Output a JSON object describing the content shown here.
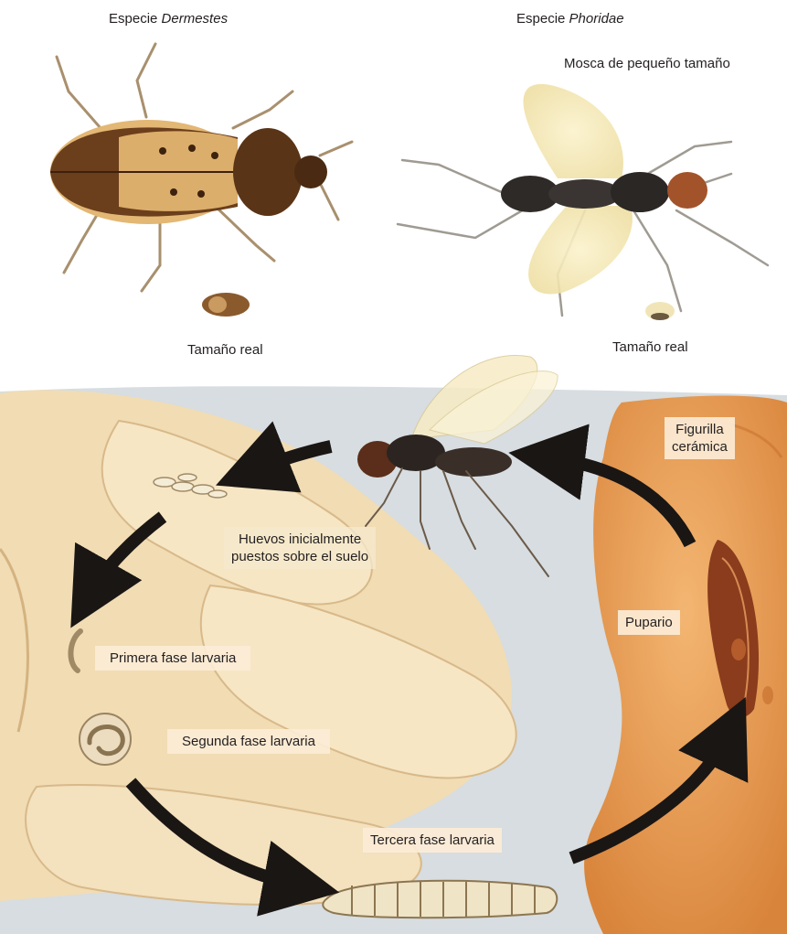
{
  "top": {
    "dermestes_species_prefix": "Especie ",
    "dermestes_species_name": "Dermestes",
    "phoridae_species_prefix": "Especie ",
    "phoridae_species_name": "Phoridae",
    "phoridae_note": "Mosca de pequeño tamaño",
    "dermestes_real_size": "Tamaño real",
    "phoridae_real_size": "Tamaño real"
  },
  "cycle": {
    "figurine_line1": "Figurilla",
    "figurine_line2": "cerámica",
    "eggs_line1": "Huevos inicialmente",
    "eggs_line2": "puestos sobre el suelo",
    "puparium": "Pupario",
    "first_instar": "Primera fase larvaria",
    "second_instar": "Segunda fase larvaria",
    "third_instar": "Tercera fase larvaria"
  },
  "colors": {
    "arrow": "#1a1614",
    "floor": "#d7dde0",
    "hand": "#f1dcb4",
    "figurine": "#e59a4f"
  }
}
